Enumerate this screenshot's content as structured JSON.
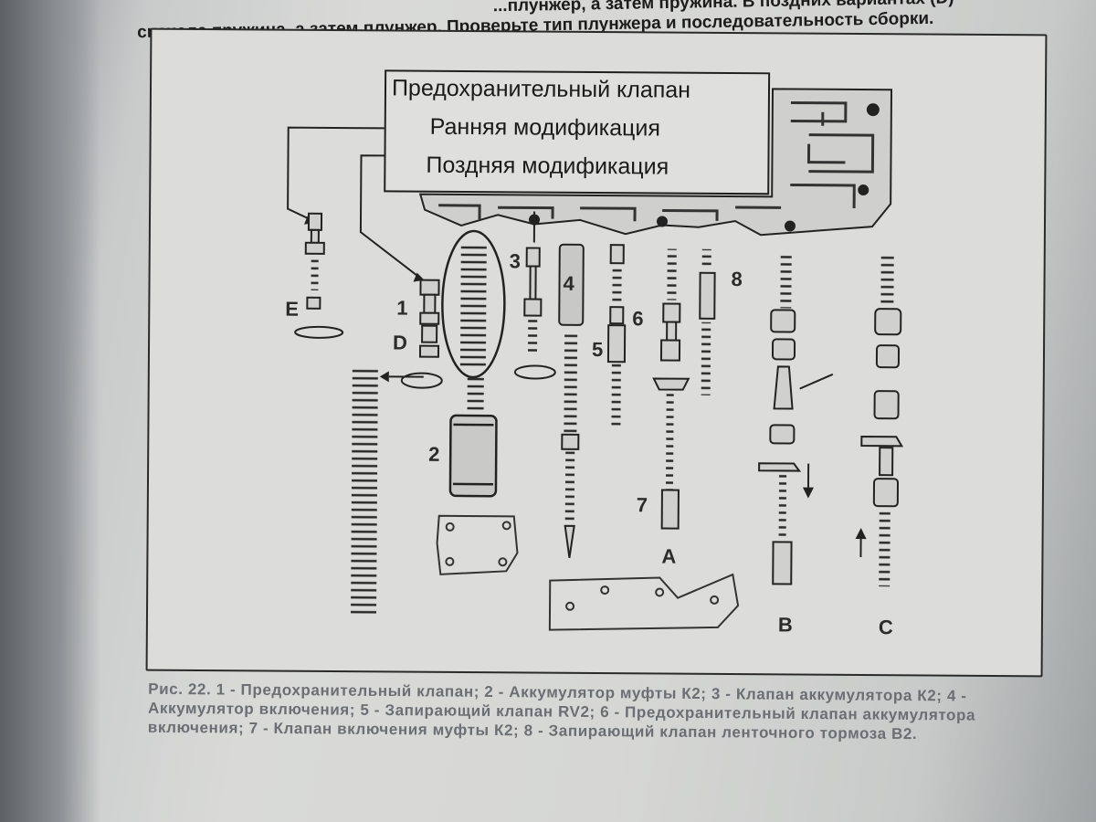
{
  "header_text": {
    "line1": "сначала пружина, а затем плунжер. Проверьте тип плунжера и последовательность сборки.",
    "line0": "...плунжер, а затем пружина. В поздних вариантах (D) -"
  },
  "legend": {
    "title": "Предохранительный клапан",
    "early": "Ранняя модификация",
    "late": "Поздняя модификация"
  },
  "labels": {
    "n1": "1",
    "n2": "2",
    "n3": "3",
    "n4": "4",
    "n5": "5",
    "n6": "6",
    "n7": "7",
    "n8": "8",
    "A": "A",
    "B": "B",
    "C": "C",
    "D": "D",
    "E": "E"
  },
  "caption": "Рис. 22. 1 - Предохранительный клапан; 2 - Аккумулятор муфты К2; 3 - Клапан аккумулятора К2; 4 - Аккумулятор включения; 5 - Запирающий клапан RV2; 6 - Предохранительный клапан аккумулятора включения; 7 - Клапан включения муфты К2; 8 - Запирающий клапан ленточного тормоза В2."
}
